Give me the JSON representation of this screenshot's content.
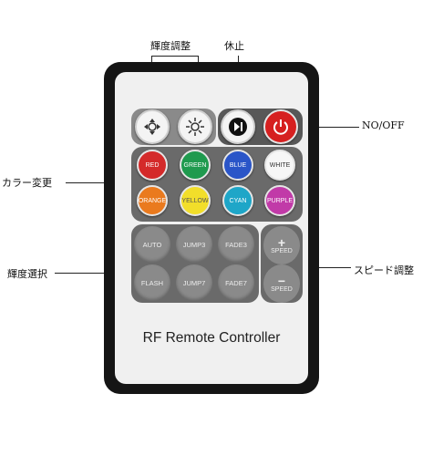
{
  "callouts": {
    "brightness_adjust": "輝度調整",
    "pause": "休止",
    "on_off": "NO/OFF",
    "color_change": "カラー変更",
    "brightness_select": "輝度選択",
    "speed_adjust": "スピード調整"
  },
  "remote": {
    "title": "RF Remote Controller",
    "color_buttons": [
      {
        "label": "RED",
        "color": "#d42a2a",
        "text": "#ffffff"
      },
      {
        "label": "GREEN",
        "color": "#1f9a4e",
        "text": "#ffffff"
      },
      {
        "label": "BLUE",
        "color": "#2a55c8",
        "text": "#ffffff"
      },
      {
        "label": "WHITE",
        "color": "#f7f7f7",
        "text": "#333333"
      },
      {
        "label": "ORANGE",
        "color": "#ea7a1e",
        "text": "#ffffff"
      },
      {
        "label": "YELLOW",
        "color": "#f2de2a",
        "text": "#555555"
      },
      {
        "label": "CYAN",
        "color": "#1ea6c8",
        "text": "#ffffff"
      },
      {
        "label": "PURPLE",
        "color": "#c13aa8",
        "text": "#ffffff"
      }
    ],
    "mode_buttons": [
      "AUTO",
      "JUMP3",
      "FADE3",
      "FLASH",
      "JUMP7",
      "FADE7"
    ],
    "speed_up": {
      "symbol": "+",
      "label": "SPEED"
    },
    "speed_down": {
      "symbol": "−",
      "label": "SPEED"
    }
  }
}
